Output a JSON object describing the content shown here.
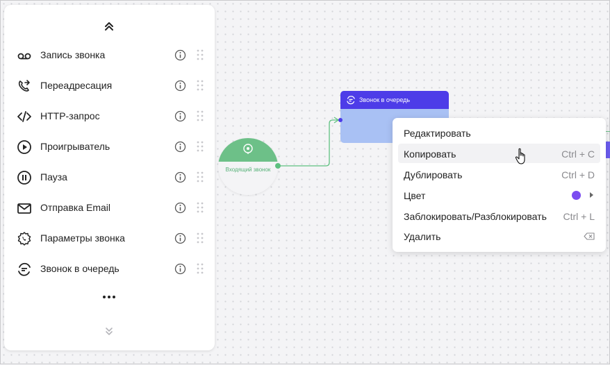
{
  "palette": {
    "items": [
      {
        "label": "Запись звонка",
        "icon": "voicemail-icon"
      },
      {
        "label": "Переадресация",
        "icon": "phone-forward-icon"
      },
      {
        "label": "HTTP-запрос",
        "icon": "code-icon"
      },
      {
        "label": "Проигрыватель",
        "icon": "play-icon"
      },
      {
        "label": "Пауза",
        "icon": "pause-icon"
      },
      {
        "label": "Отправка Email",
        "icon": "mail-icon"
      },
      {
        "label": "Параметры звонка",
        "icon": "call-settings-icon"
      },
      {
        "label": "Звонок в очередь",
        "icon": "call-queue-icon"
      }
    ],
    "more_label": "•••"
  },
  "canvas": {
    "start_node": {
      "label": "Входящий звонок",
      "color": "#6dc088"
    },
    "queue_node": {
      "title": "Звонок в очередь",
      "header_color": "#4d3ce8",
      "body_color": "#a9c1f4"
    }
  },
  "context_menu": {
    "items": [
      {
        "label": "Редактировать",
        "shortcut": ""
      },
      {
        "label": "Копировать",
        "shortcut": "Ctrl + C"
      },
      {
        "label": "Дублировать",
        "shortcut": "Ctrl + D"
      },
      {
        "label": "Цвет",
        "shortcut": ""
      },
      {
        "label": "Заблокировать/Разблокировать",
        "shortcut": "Ctrl + L"
      },
      {
        "label": "Удалить",
        "shortcut": ""
      }
    ],
    "hovered_index": 1,
    "color_value": "#7b4cf0"
  }
}
